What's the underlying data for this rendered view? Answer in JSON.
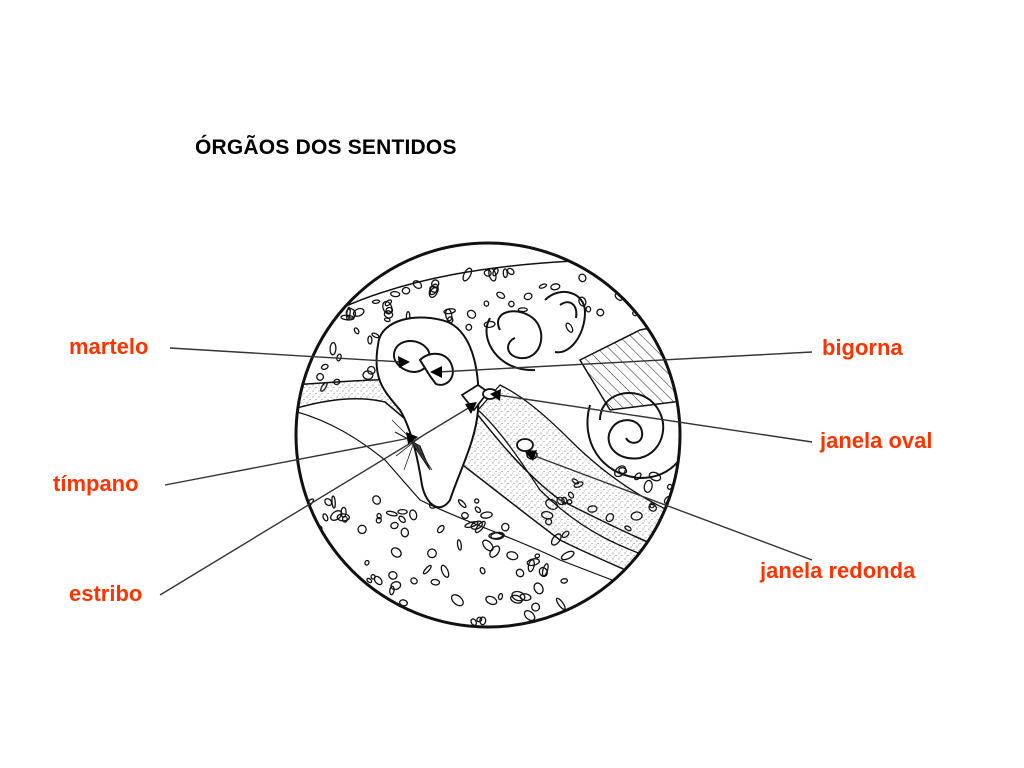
{
  "title": "ÓRGÃOS DOS SENTIDOS",
  "label_color": "#ff3300",
  "labels": {
    "martelo": "martelo",
    "timpano": "tímpano",
    "estribo": "estribo",
    "bigorna": "bigorna",
    "janela_oval": "janela oval",
    "janela_redonda": "janela redonda"
  }
}
